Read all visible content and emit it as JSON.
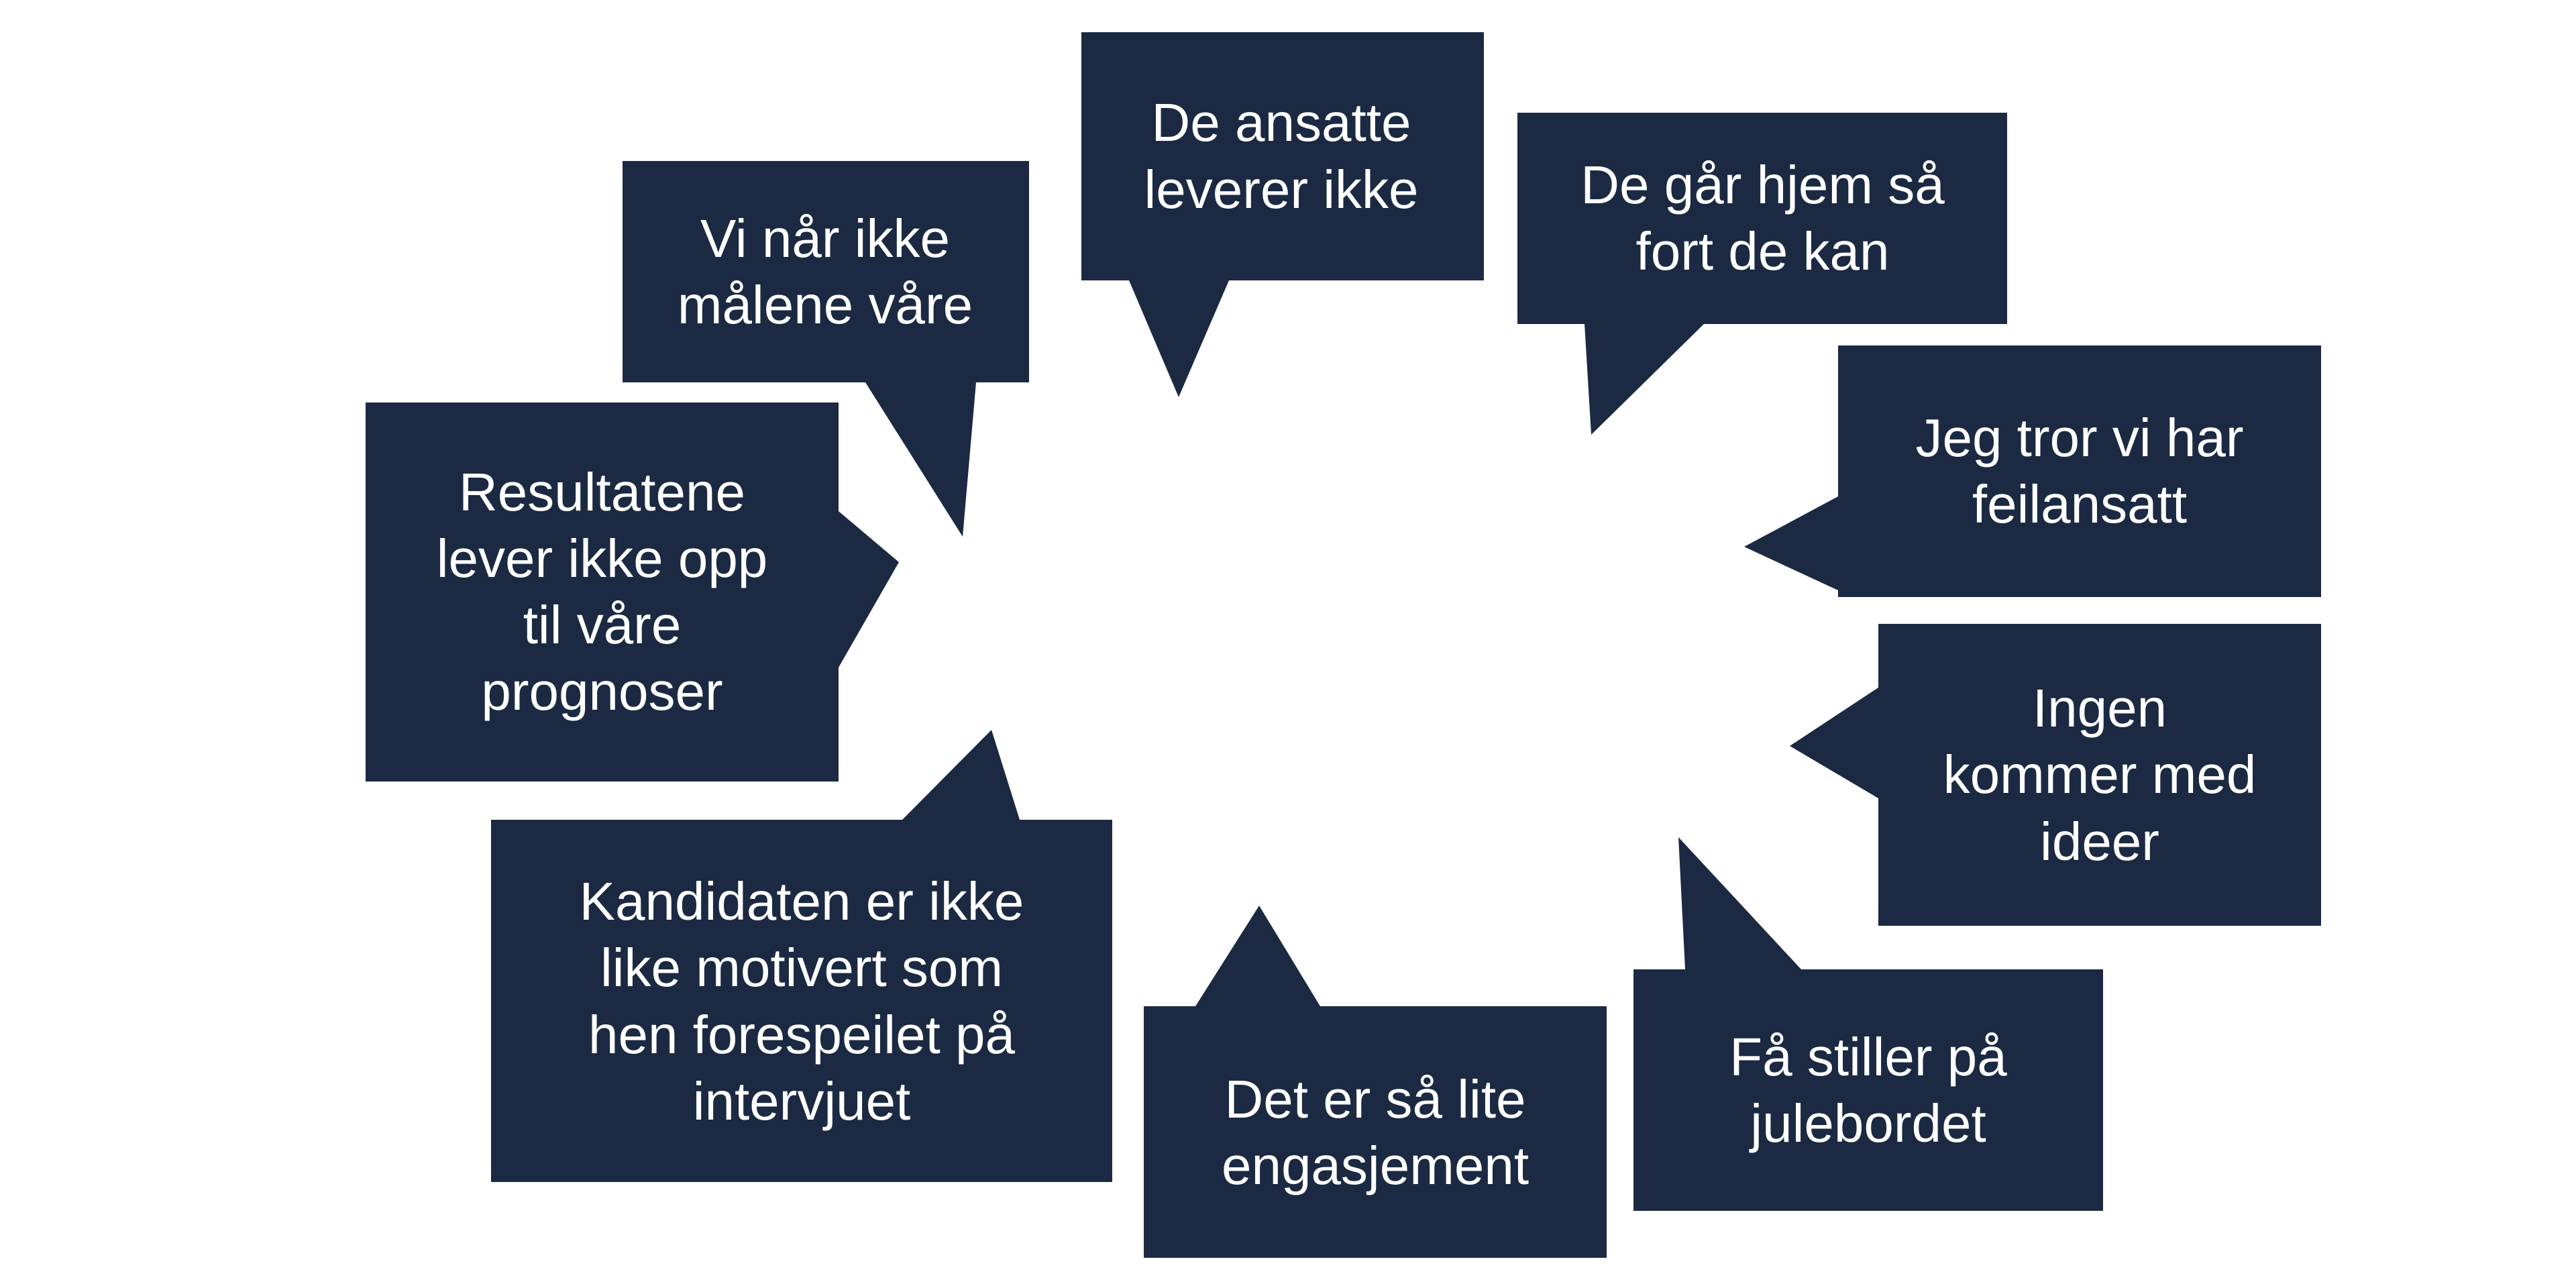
{
  "diagram": {
    "description": "Ring of dark navy speech bubbles with complaints pointing toward an empty center",
    "colors": {
      "background": "#ffffff",
      "bubble_fill": "#1b2a42",
      "text_color": "#ffffff"
    }
  },
  "bubbles": [
    {
      "id": "missing-goals",
      "text": "Vi når ikke\nmålene våre"
    },
    {
      "id": "employees-dont-deliver",
      "text": "De ansatte\nleverer ikke"
    },
    {
      "id": "go-home-early",
      "text": "De går hjem så\nfort de kan"
    },
    {
      "id": "wrong-hire",
      "text": "Jeg tror vi har\nfeilansatt"
    },
    {
      "id": "no-ideas",
      "text": "Ingen\nkommer med\nideer"
    },
    {
      "id": "christmas-party",
      "text": "Få stiller på\njulebordet"
    },
    {
      "id": "low-engagement",
      "text": "Det er så lite\nengasjement"
    },
    {
      "id": "candidate-motivation",
      "text": "Kandidaten er ikke\nlike motivert som\nhen forespeilet på\nintervjuet"
    },
    {
      "id": "results-below-forecast",
      "text": "Resultatene\nlever ikke opp\ntil våre\nprognoser"
    }
  ]
}
